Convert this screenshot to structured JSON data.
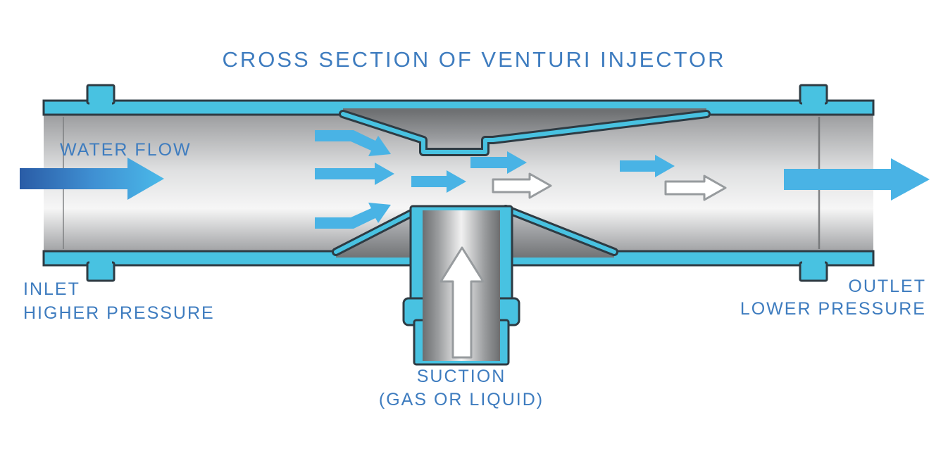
{
  "title": "CROSS SECTION OF VENTURI INJECTOR",
  "labels": {
    "water_flow": "WATER FLOW",
    "inlet": {
      "line1": "INLET",
      "line2": "HIGHER PRESSURE"
    },
    "outlet": {
      "line1": "OUTLET",
      "line2": "LOWER PRESSURE"
    },
    "suction": {
      "line1": "SUCTION",
      "line2": "(GAS OR LIQUID)"
    }
  },
  "colors": {
    "title_blue": "#3E7CBF",
    "label_blue": "#3E7CBF",
    "pipe_cyan": "#48C2E1",
    "outline_dark": "#2E3B43",
    "arrow_blue": "#49B3E5",
    "arrow_blue_dark": "#2A5CA6",
    "arrow_white": "#FFFFFF",
    "metal_light": "#F5F5F5",
    "metal_dark": "#808184"
  },
  "arrows": {
    "inlet_arrow": "water-flow-in",
    "converging_arrows": "flow-accelerating-into-throat",
    "throat_arrows": "high-velocity-mixed-flow",
    "outlet_arrow": "water-flow-out",
    "suction_arrow": "suction-flow-up"
  }
}
